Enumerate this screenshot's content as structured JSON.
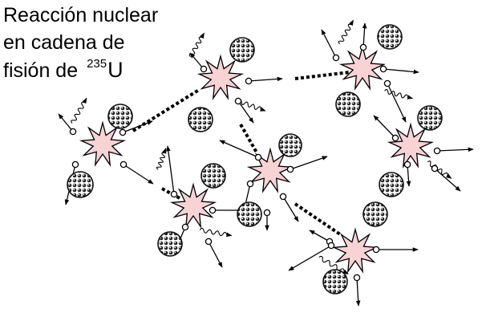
{
  "title": {
    "line1": "Reacción nuclear",
    "line2": "en cadena de",
    "line3_prefix": "fisión de",
    "isotope_mass": "235",
    "isotope_symbol": "U"
  },
  "colors": {
    "star_fill": "#f7d3d6",
    "ink": "#000000",
    "background": "#ffffff"
  }
}
